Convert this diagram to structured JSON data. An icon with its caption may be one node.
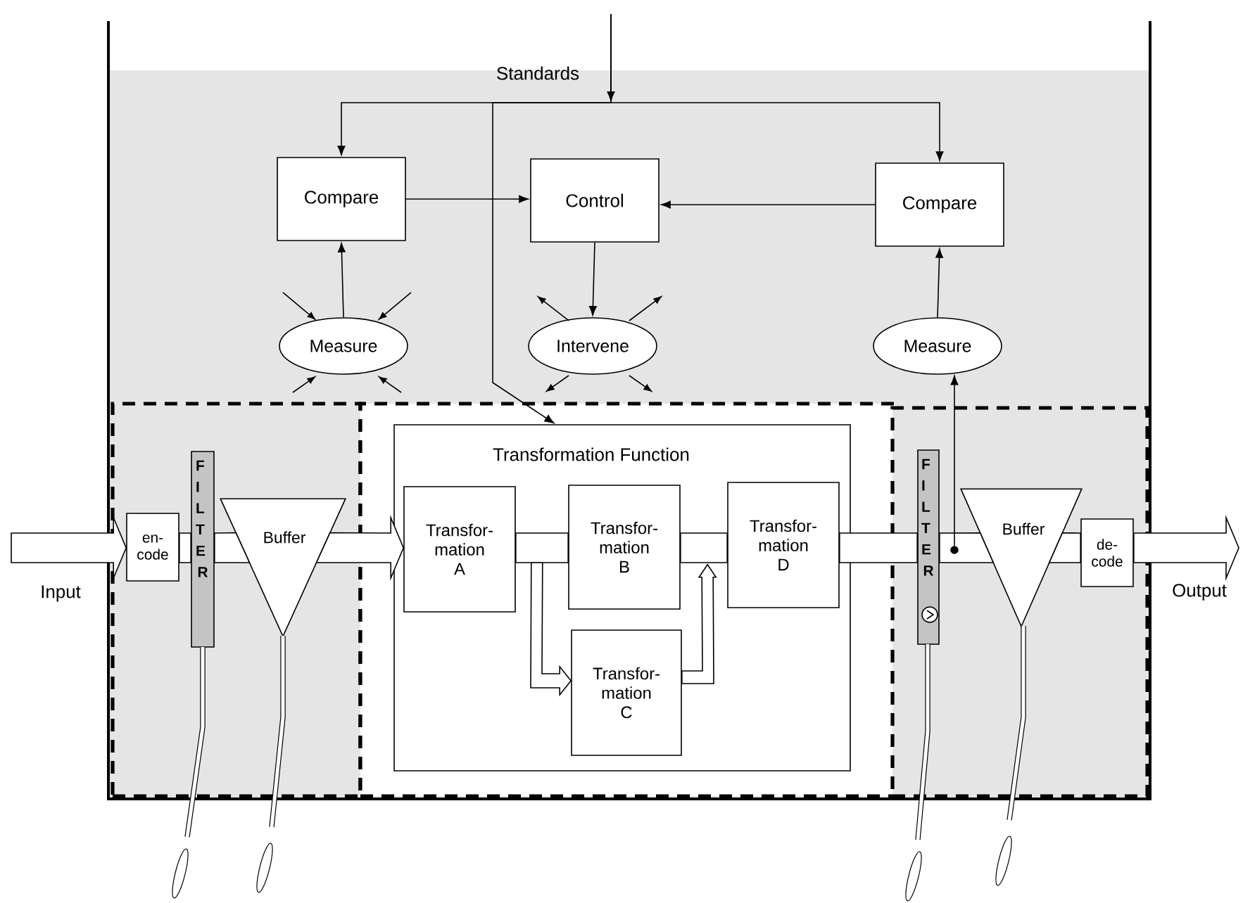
{
  "diagram": {
    "nodes": [
      {
        "text": [
          "Compare"
        ]
      },
      {
        "text": [
          "Control"
        ]
      },
      {
        "text": [
          "Compare"
        ]
      },
      {
        "text": [
          "Measure"
        ]
      },
      {
        "text": [
          "Intervene"
        ]
      },
      {
        "text": [
          "Measure"
        ]
      },
      {
        "text": [],
        "shape": "box"
      },
      {
        "text": [
          "en- code"
        ],
        "in": 6
      },
      {
        "text": [
          "FILTER"
        ],
        "in": 6
      },
      {
        "text": [
          "Buffer"
        ],
        "in": 6
      },
      {
        "text": [],
        "shape": "box"
      },
      {
        "text": [
          "Transformation Function"
        ],
        "in": 10
      },
      {
        "text": [
          "Transfor- mation A"
        ],
        "in": 11
      },
      {
        "text": [
          "Transfor- mation B"
        ],
        "in": 11
      },
      {
        "text": [
          "Transfor- mation C"
        ],
        "in": 11
      },
      {
        "text": [
          "Transfor- mation D"
        ],
        "in": 11
      },
      {
        "text": [],
        "shape": "box"
      },
      {
        "text": [
          "FILTER"
        ],
        "in": 16
      },
      {
        "text": [
          "Buffer"
        ],
        "in": 16
      },
      {
        "text": [
          "de- code"
        ],
        "in": 16
      },
      {
        "text": [],
        "shape": "circle",
        "in": 16
      }
    ],
    "edges": [
      {
        "from": 3,
        "to": 0,
        "arrow": "to"
      },
      {
        "from": 0,
        "to": 1,
        "arrow": "to"
      },
      {
        "from": 2,
        "to": 1,
        "arrow": "to"
      },
      {
        "from": 1,
        "to": 4,
        "arrow": "to"
      },
      {
        "from": 5,
        "to": 2,
        "arrow": "to"
      },
      {
        "from": null,
        "to": 0,
        "arrow": "to"
      },
      {
        "from": null,
        "to": 2,
        "arrow": "to"
      },
      {
        "from": null,
        "to": 11,
        "arrow": "to"
      },
      {
        "from": null,
        "to": 7,
        "arrow": "to"
      },
      {
        "from": 7,
        "to": 8,
        "arrow": "none"
      },
      {
        "from": 8,
        "to": 9,
        "arrow": "none"
      },
      {
        "from": 9,
        "to": 12,
        "arrow": "to"
      },
      {
        "from": 12,
        "to": 13,
        "arrow": "none"
      },
      {
        "from": 12,
        "to": 14,
        "arrow": "to"
      },
      {
        "from": 13,
        "to": 15,
        "arrow": "none"
      },
      {
        "from": 14,
        "to": 15,
        "arrow": "to"
      },
      {
        "from": 15,
        "to": 17,
        "arrow": "none"
      },
      {
        "from": 17,
        "to": 18,
        "arrow": "none"
      },
      {
        "from": 18,
        "to": 19,
        "arrow": "none"
      },
      {
        "from": 19,
        "to": null,
        "arrow": "to"
      },
      {
        "from": 20,
        "to": 5,
        "arrow": "to"
      }
    ],
    "labels": [
      "Standards",
      "Input",
      "Output"
    ]
  }
}
